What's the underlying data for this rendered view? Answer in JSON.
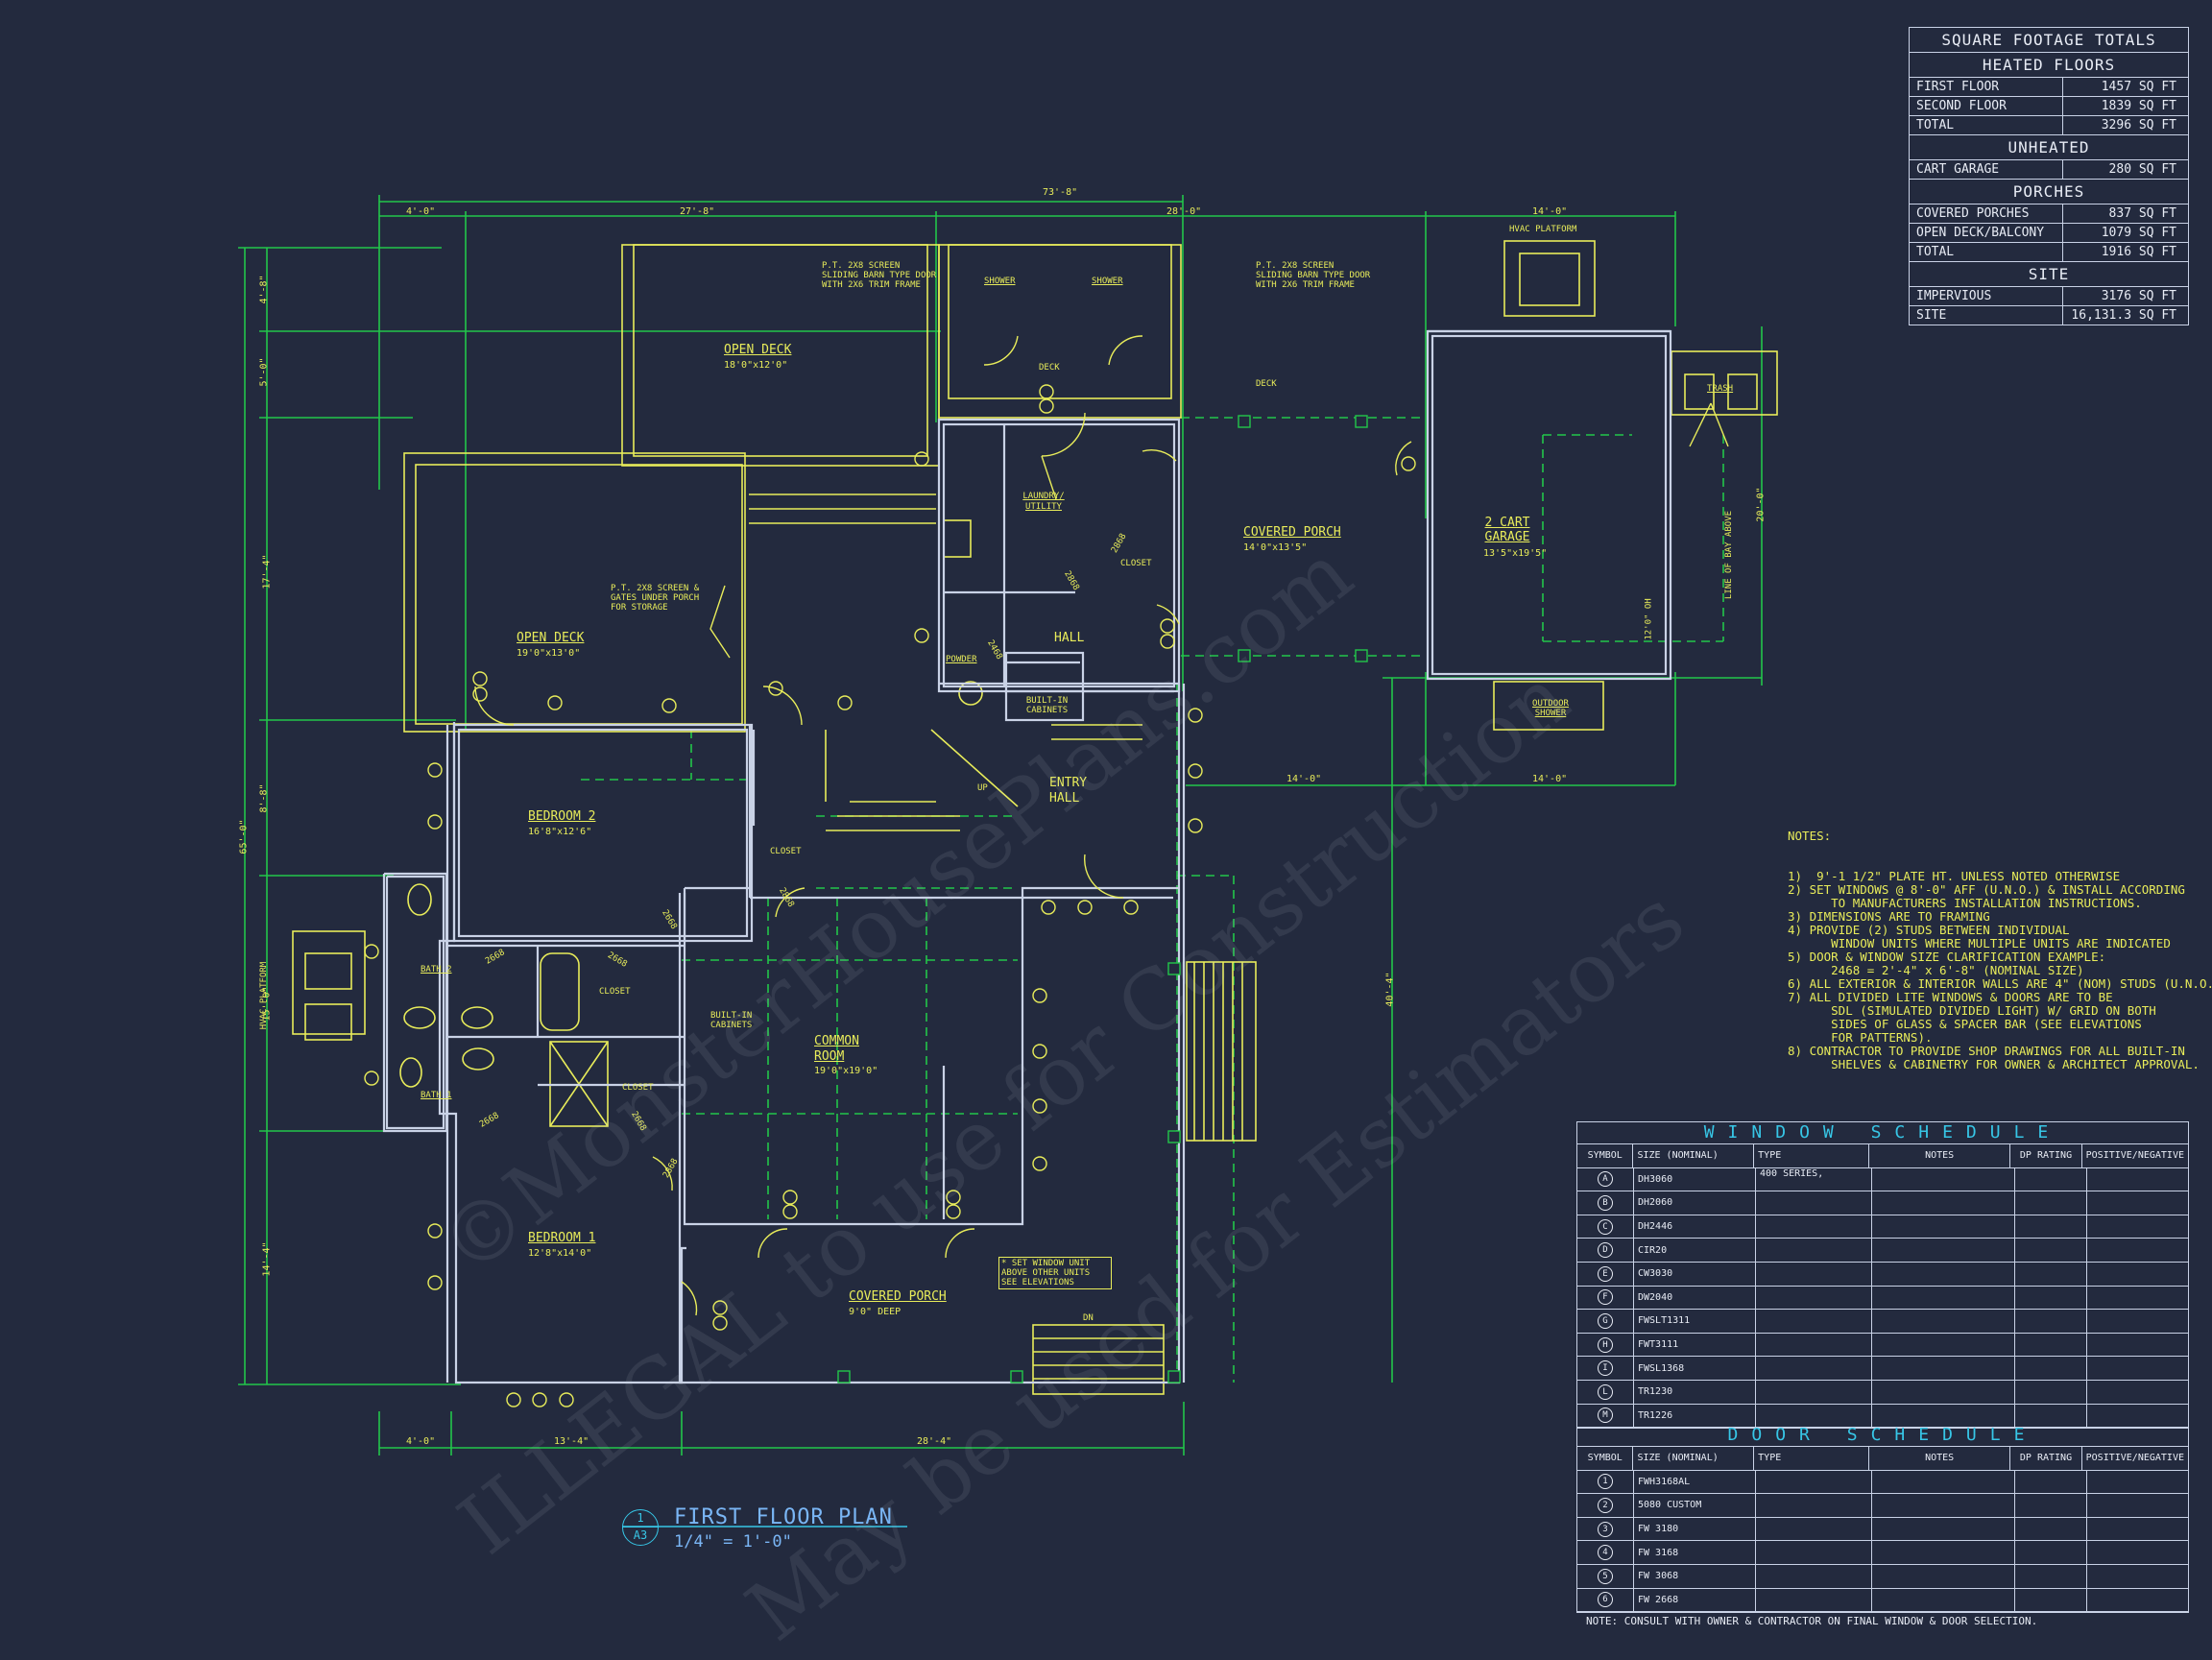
{
  "colors": {
    "background": "#232a3e",
    "walls": "#c9d2e6",
    "yellow": "#e8ec5a",
    "green": "#22c64a",
    "cyan": "#37c6e6"
  },
  "sqft": {
    "title": "SQUARE FOOTAGE TOTALS",
    "sections": [
      {
        "header": "HEATED FLOORS",
        "rows": [
          [
            "FIRST FLOOR",
            "1457 SQ FT"
          ],
          [
            "SECOND FLOOR",
            "1839 SQ FT"
          ],
          [
            "TOTAL",
            "3296 SQ FT"
          ]
        ]
      },
      {
        "header": "UNHEATED",
        "rows": [
          [
            "CART GARAGE",
            "280 SQ FT"
          ]
        ]
      },
      {
        "header": "PORCHES",
        "rows": [
          [
            "COVERED PORCHES",
            "837 SQ FT"
          ],
          [
            "OPEN DECK/BALCONY",
            "1079 SQ FT"
          ],
          [
            "TOTAL",
            "1916 SQ FT"
          ]
        ]
      },
      {
        "header": "SITE",
        "rows": [
          [
            "IMPERVIOUS",
            "3176 SQ FT"
          ],
          [
            "SITE",
            "16,131.3 SQ FT"
          ]
        ]
      }
    ]
  },
  "notes": {
    "title": "NOTES:",
    "lines": [
      "1)  9'-1 1/2\" PLATE HT. UNLESS NOTED OTHERWISE",
      "2) SET WINDOWS @ 8'-0\" AFF (U.N.O.) & INSTALL ACCORDING",
      "      TO MANUFACTURERS INSTALLATION INSTRUCTIONS.",
      "3) DIMENSIONS ARE TO FRAMING",
      "4) PROVIDE (2) STUDS BETWEEN INDIVIDUAL",
      "      WINDOW UNITS WHERE MULTIPLE UNITS ARE INDICATED",
      "5) DOOR & WINDOW SIZE CLARIFICATION EXAMPLE:",
      "      2468 = 2'-4\" x 6'-8\" (NOMINAL SIZE)",
      "6) ALL EXTERIOR & INTERIOR WALLS ARE 4\" (NOM) STUDS (U.N.O.)",
      "7) ALL DIVIDED LITE WINDOWS & DOORS ARE TO BE",
      "      SDL (SIMULATED DIVIDED LIGHT) W/ GRID ON BOTH",
      "      SIDES OF GLASS & SPACER BAR (SEE ELEVATIONS",
      "      FOR PATTERNS).",
      "8) CONTRACTOR TO PROVIDE SHOP DRAWINGS FOR ALL BUILT-IN",
      "      SHELVES & CABINETRY FOR OWNER & ARCHITECT APPROVAL."
    ]
  },
  "window_schedule": {
    "title": "WINDOW SCHEDULE",
    "columns": [
      "SYMBOL",
      "SIZE (NOMINAL)",
      "TYPE",
      "NOTES",
      "DP RATING",
      "POSITIVE/NEGATIVE"
    ],
    "rows": [
      {
        "sym": "A",
        "size": "DH3060",
        "type": "400 SERIES,"
      },
      {
        "sym": "B",
        "size": "DH2060",
        "type": ""
      },
      {
        "sym": "C",
        "size": "DH2446",
        "type": ""
      },
      {
        "sym": "D",
        "size": "CIR20",
        "type": ""
      },
      {
        "sym": "E",
        "size": "CW3030",
        "type": ""
      },
      {
        "sym": "F",
        "size": "DW2040",
        "type": ""
      },
      {
        "sym": "G",
        "size": "FWSLT1311",
        "type": ""
      },
      {
        "sym": "H",
        "size": "FWT3111",
        "type": ""
      },
      {
        "sym": "I",
        "size": "FWSL1368",
        "type": ""
      },
      {
        "sym": "L",
        "size": "TR1230",
        "type": ""
      },
      {
        "sym": "M",
        "size": "TR1226",
        "type": ""
      }
    ]
  },
  "door_schedule": {
    "title": "DOOR SCHEDULE",
    "columns": [
      "SYMBOL",
      "SIZE (NOMINAL)",
      "TYPE",
      "NOTES",
      "DP RATING",
      "POSITIVE/NEGATIVE"
    ],
    "rows": [
      {
        "sym": "1",
        "size": "FWH3168AL"
      },
      {
        "sym": "2",
        "size": "5080 CUSTOM"
      },
      {
        "sym": "3",
        "size": "FW 3180"
      },
      {
        "sym": "4",
        "size": "FW 3168"
      },
      {
        "sym": "5",
        "size": "FW 3068"
      },
      {
        "sym": "6",
        "size": "FW 2668"
      }
    ],
    "note": "NOTE:   CONSULT WITH OWNER & CONTRACTOR ON FINAL WINDOW & DOOR SELECTION."
  },
  "plan": {
    "title": "FIRST FLOOR PLAN",
    "scale": "1/4\" = 1'-0\"",
    "bubble_num": "1",
    "bubble_sheet": "A3",
    "rooms": [
      {
        "name": "OPEN DECK",
        "size": "18'0\"x12'0\""
      },
      {
        "name": "OPEN DECK",
        "size": "19'0\"x13'0\""
      },
      {
        "name": "COVERED PORCH",
        "size": "14'0\"x13'5\""
      },
      {
        "name": "2 CART GARAGE",
        "size": "13'5\"x19'5\""
      },
      {
        "name": "BEDROOM 2",
        "size": "16'8\"x12'6\""
      },
      {
        "name": "COMMON ROOM",
        "size": "19'0\"x19'0\""
      },
      {
        "name": "BEDROOM 1",
        "size": "12'8\"x14'0\""
      },
      {
        "name": "COVERED PORCH",
        "size": "9'0\" DEEP"
      },
      {
        "name": "HALL",
        "size": ""
      },
      {
        "name": "ENTRY HALL",
        "size": ""
      }
    ],
    "labels": {
      "shower": "SHOWER",
      "deck": "DECK",
      "laundry": "LAUNDRY/ UTILITY",
      "closet": "CLOSET",
      "powder": "POWDER",
      "builtin": "BUILT-IN CABINETS",
      "bath1": "BATH 1",
      "bath2": "BATH 2",
      "trash": "TRASH",
      "outdoor_shower": "OUTDOOR SHOWER",
      "hvac": "HVAC PLATFORM",
      "up": "UP",
      "dn": "DN",
      "bay": "LINE OF BAY ABOVE",
      "oh": "12'0\" OH",
      "screen1": "P.T. 2X8 SCREEN SLIDING BARN TYPE DOOR WITH 2X6 TRIM FRAME",
      "screen2": "P.T. 2X8 SCREEN SLIDING BARN TYPE DOOR WITH 2X6 TRIM FRAME",
      "screen3": "P.T. 2X8 SCREEN & GATES UNDER PORCH FOR STORAGE",
      "windownote": "* SET WINDOW UNIT ABOVE OTHER UNITS SEE ELEVATIONS",
      "door2868": "2868",
      "door2468": "2468",
      "door2668": "2668"
    },
    "dims": {
      "overall_top": "73'-8\"",
      "top_a": "4'-0\"",
      "top_b": "27'-8\"",
      "top_c": "28'-0\"",
      "top_d": "14'-0\"",
      "bot_a": "4'-0\"",
      "bot_b": "13'-4\"",
      "bot_c": "28'-4\"",
      "left_total": "65'-0\"",
      "left_a": "4'-8\"",
      "left_b": "5'-0\"",
      "left_c": "17'-4\"",
      "left_d": "8'-8\"",
      "left_e": "15'-0\"",
      "left_f": "14'-4\"",
      "right_a": "20'-0\"",
      "right_b": "40'-4\"",
      "gar_a": "14'-0\"",
      "gar_b": "14'-0\""
    }
  },
  "watermark": [
    "©MonsterHousePlans.com",
    "ILLEGAL to use for Construction",
    "May be used for Estimators"
  ]
}
